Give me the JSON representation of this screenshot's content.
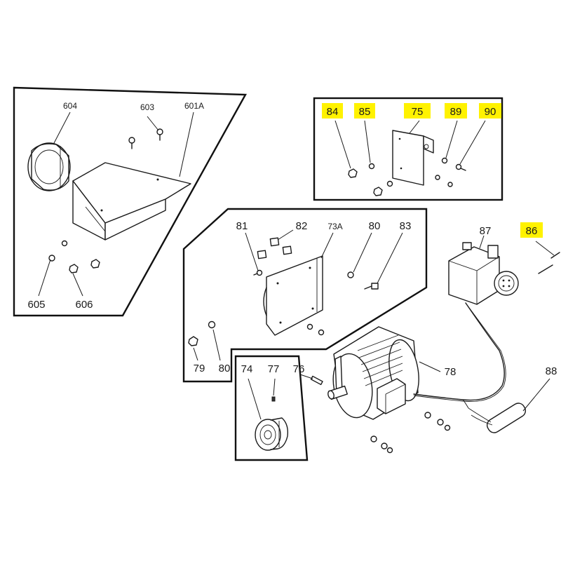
{
  "highlight_color": "#fff200",
  "labels": {
    "p604": "604",
    "p603": "603",
    "p601a": "601A",
    "p605": "605",
    "p606": "606",
    "p84": "84",
    "p85": "85",
    "p75": "75",
    "p89": "89",
    "p90": "90",
    "p81": "81",
    "p82": "82",
    "p73a": "73A",
    "p80a": "80",
    "p83": "83",
    "p79": "79",
    "p80b": "80",
    "p74": "74",
    "p77": "77",
    "p76": "76",
    "p78": "78",
    "p87": "87",
    "p86": "86",
    "p88": "88"
  }
}
